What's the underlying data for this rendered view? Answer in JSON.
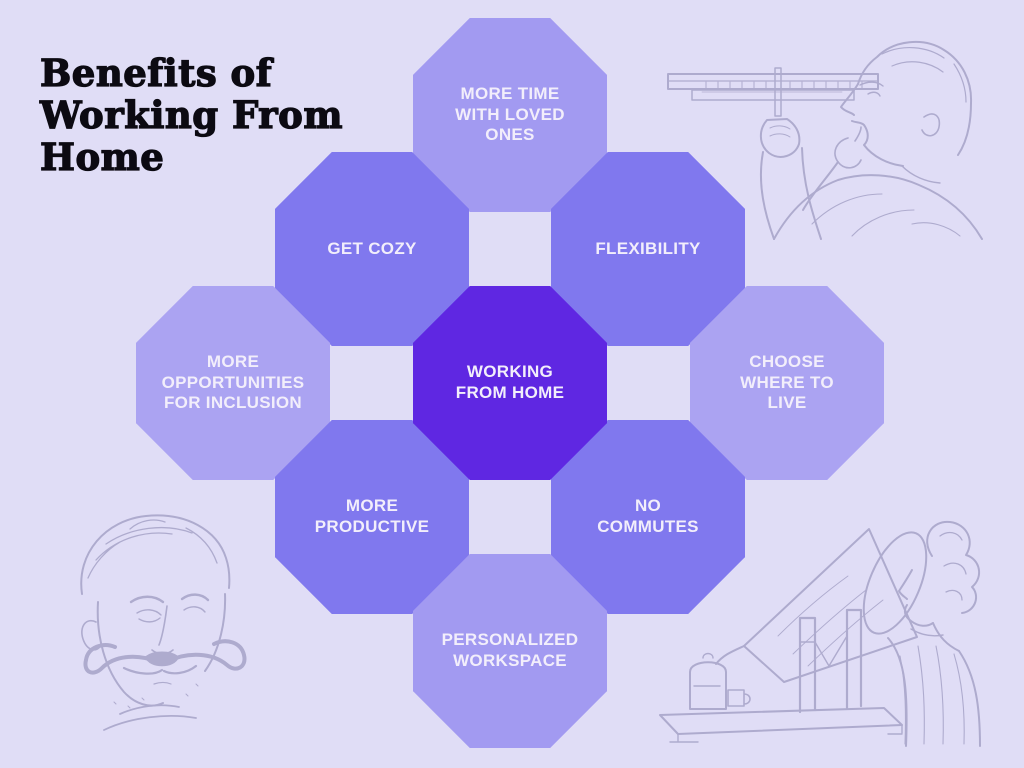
{
  "page": {
    "background": "#e0ddf6"
  },
  "title": {
    "text": "Benefits of\nWorking From\nHome",
    "color": "#0c0a12"
  },
  "colors": {
    "center_octagon": "#5f27e2",
    "diagonal_octagons": "#8078ee",
    "top_bottom_octagons": "#a29af1",
    "left_right_octagons": "#aba3f2",
    "label_text": "#f2eefb",
    "illustration_line": "#aeabce"
  },
  "diagram": {
    "center": {
      "label": "WORKING\nFROM HOME"
    },
    "nodes": {
      "n": {
        "label": "MORE TIME\nWITH LOVED\nONES"
      },
      "nw": {
        "label": "GET COZY"
      },
      "ne": {
        "label": "FLEXIBILITY"
      },
      "w": {
        "label": "MORE\nOPPORTUNITIES\nFOR INCLUSION"
      },
      "e": {
        "label": "CHOOSE\nWHERE TO\nLIVE"
      },
      "sw": {
        "label": "MORE\nPRODUCTIVE"
      },
      "se": {
        "label": "NO\nCOMMUTES"
      },
      "s": {
        "label": "PERSONALIZED\nWORKSPACE"
      }
    }
  },
  "illustrations": {
    "top_right": "vintage engraving: man sighting along a measuring ruler",
    "bottom_left": "vintage engraving: man with handlebar mustache",
    "bottom_right": "vintage engraving: woman using steam inhaler device"
  }
}
